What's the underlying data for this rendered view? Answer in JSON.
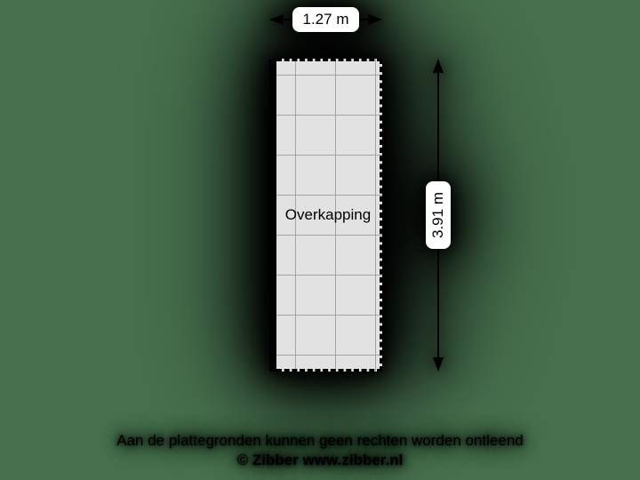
{
  "plan": {
    "room_label": "Overkapping"
  },
  "dimensions": {
    "width": {
      "label": "1.27 m"
    },
    "height": {
      "label": "3.91 m"
    }
  },
  "footer": {
    "disclaimer": "Aan de plattegronden kunnen geen rechten worden ontleend",
    "copyright": "© Zibber www.zibber.nl"
  },
  "colors": {
    "background": "#47704e",
    "floor_fill": "#e2e2e2",
    "grid_line": "#a5a5a5",
    "wall": "#000000",
    "label_background": "#ffffff",
    "text": "#000000"
  }
}
